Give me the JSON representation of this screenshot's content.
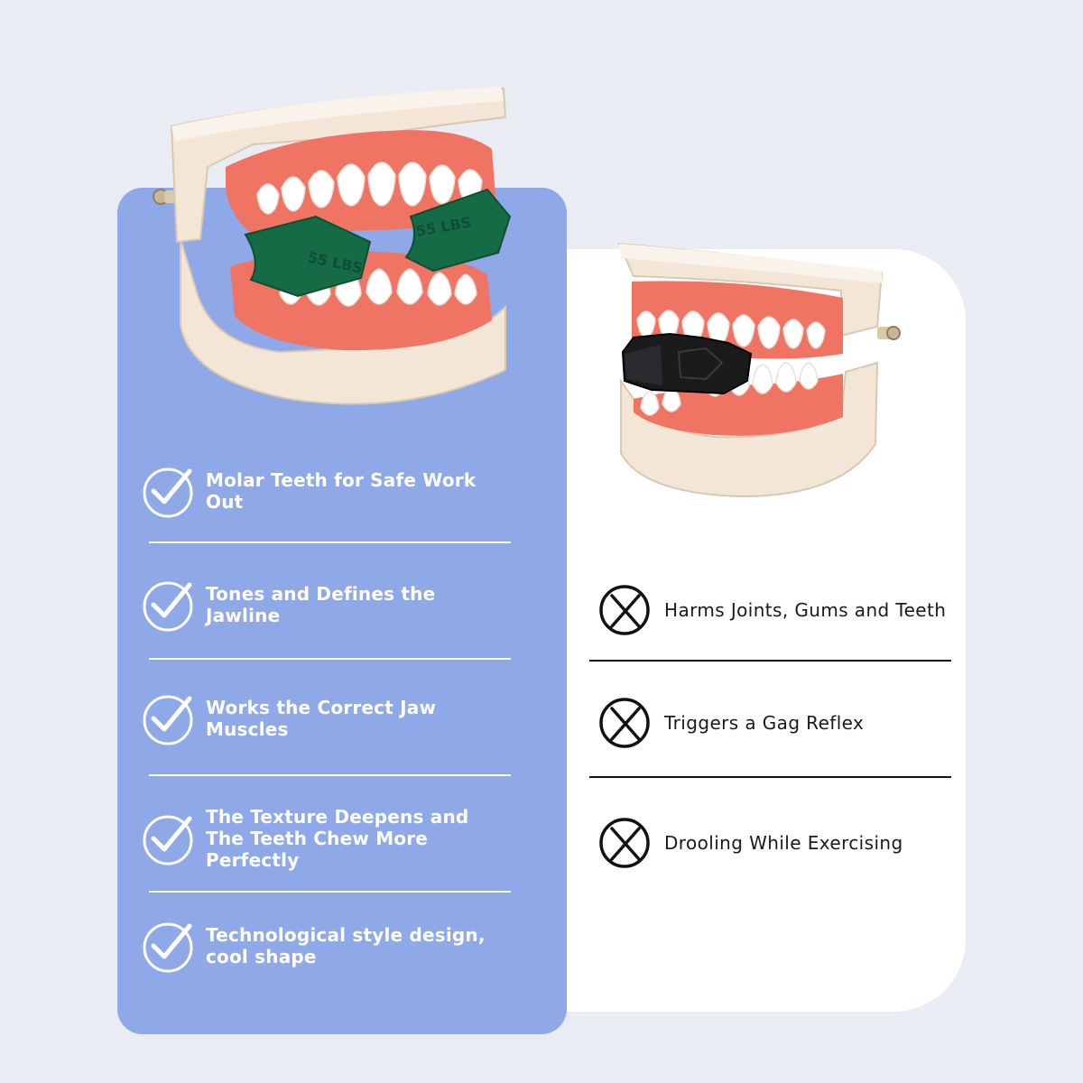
{
  "pros": [
    {
      "text": "Molar Teeth for Safe Work Out",
      "icon": "check-circle-icon"
    },
    {
      "text": "Tones and Defines the Jawline",
      "icon": "check-circle-icon"
    },
    {
      "text": "Works the Correct Jaw Muscles",
      "icon": "check-circle-icon"
    },
    {
      "text": "The Texture Deepens and\nThe Teeth Chew More Perfectly",
      "icon": "check-circle-icon"
    },
    {
      "text": "Technological style design,\ncool shape",
      "icon": "check-circle-icon"
    }
  ],
  "cons": [
    {
      "text": "Harms Joints, Gums and Teeth",
      "icon": "x-circle-icon"
    },
    {
      "text": "Triggers a Gag Reflex",
      "icon": "x-circle-icon"
    },
    {
      "text": "Drooling While Exercising",
      "icon": "x-circle-icon"
    }
  ],
  "green_model": {
    "label_left": "55 LBS",
    "label_right": "55 LBS"
  },
  "colors": {
    "background": "#e9edf3",
    "blue_card": "#8ea8e8",
    "gum": "#f07464",
    "base": "#f3e6d7",
    "green_trainer": "#146b45",
    "black_trainer": "#1b1b1d"
  }
}
